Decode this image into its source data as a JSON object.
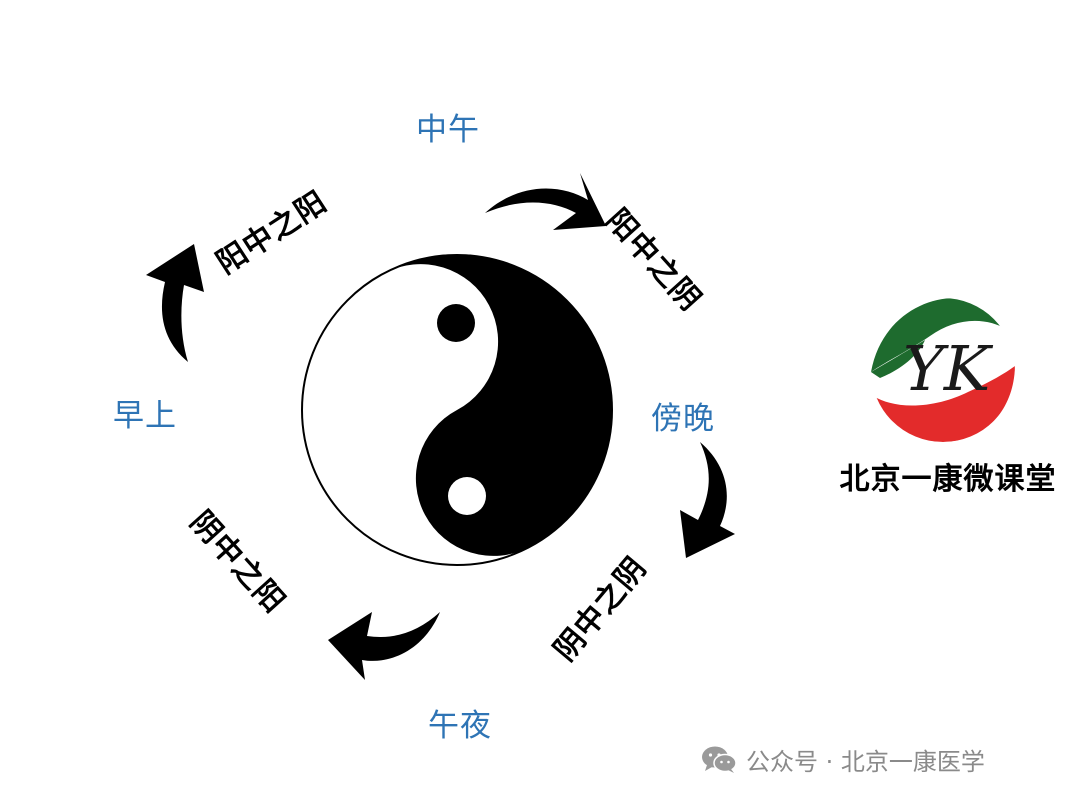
{
  "times": {
    "noon": "中午",
    "evening": "傍晚",
    "midnight": "午夜",
    "morning": "早上"
  },
  "phases": {
    "morning_to_noon": "阳中之阳",
    "noon_to_evening": "阳中之阴",
    "evening_to_midnight": "阴中之阴",
    "midnight_to_morning": "阴中之阳"
  },
  "brand": {
    "logo_text": "YK",
    "name": "北京一康微课堂",
    "colors": {
      "green": "#1e6b2e",
      "red": "#e32b2b",
      "letters": "#1a1a1a"
    }
  },
  "watermark": {
    "account_label": "公众号 · 北京一康医学",
    "icon": "wechat-icon"
  },
  "colors": {
    "time_text": "#2e74b5",
    "phase_text": "#000000",
    "yin": "#000000",
    "yang": "#ffffff"
  }
}
